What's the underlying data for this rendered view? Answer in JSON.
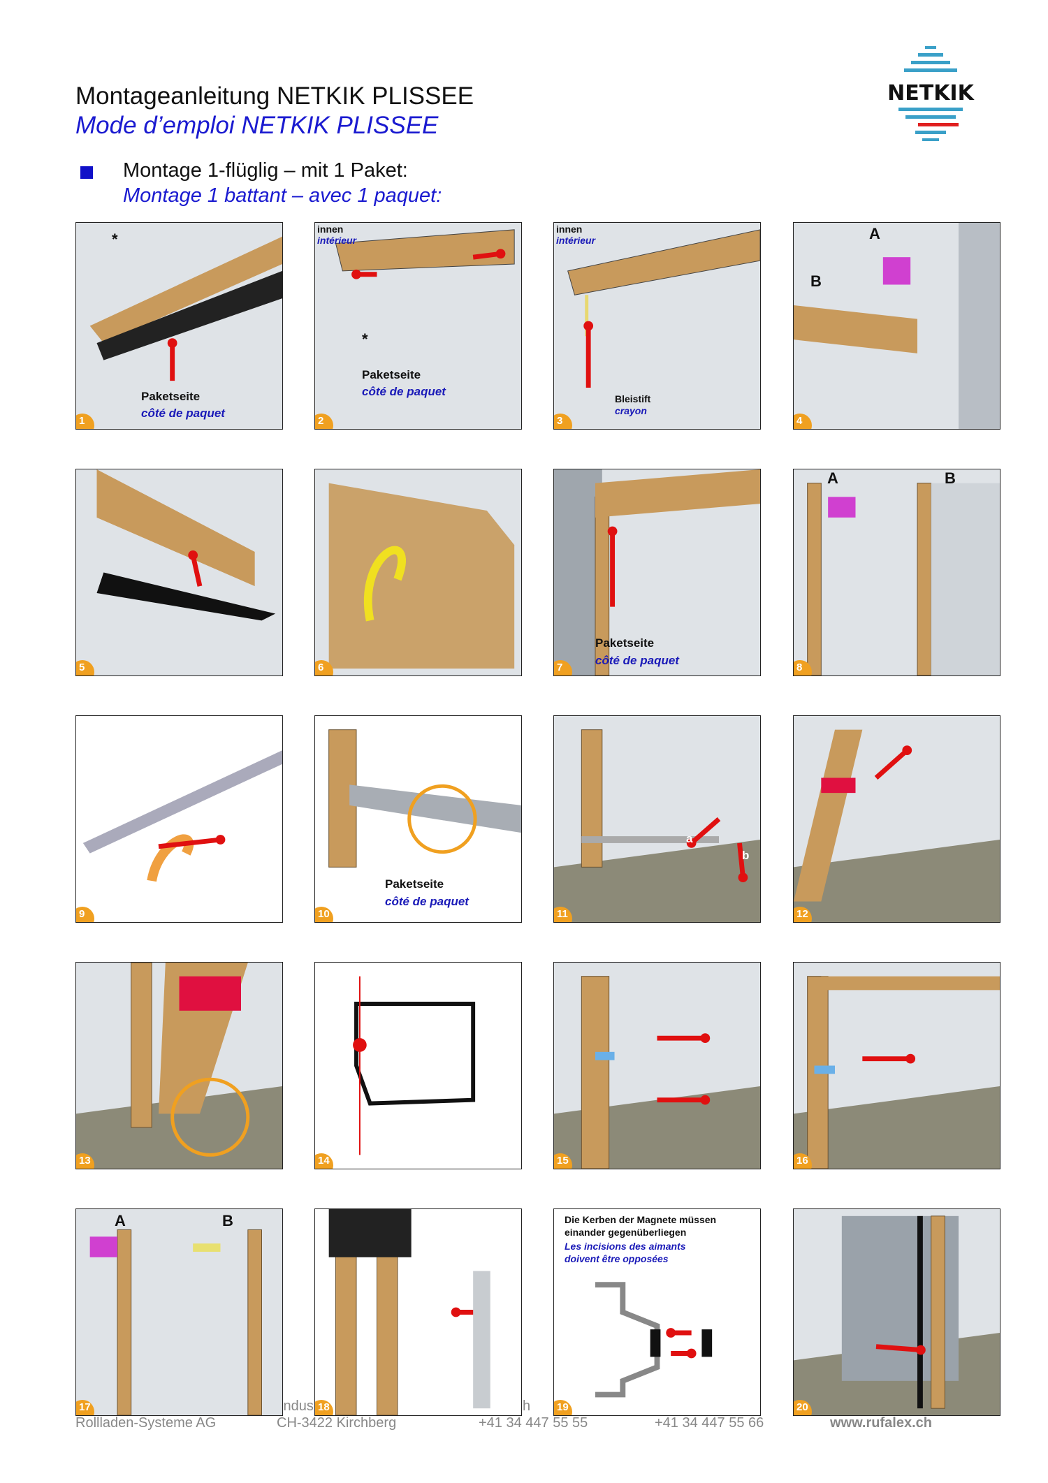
{
  "header": {
    "title_de": "Montageanleitung NETKIK PLISSEE",
    "title_fr": "Mode d’emploi NETKIK PLISSEE",
    "logo_text": "NETKIK"
  },
  "section": {
    "title_de": "Montage 1-flüglig – mit 1 Paket:",
    "title_fr": "Montage 1 battant – avec 1 paquet:"
  },
  "colors": {
    "accent_blue": "#1a1ad0",
    "badge_orange": "#f0a020",
    "arrow_red": "#e01010",
    "wood": "#c89a5c"
  },
  "labels": {
    "paketseite": "Paketseite",
    "cote_paquet": "côté de paquet",
    "innen": "innen",
    "interieur": "intérieur",
    "bleistift": "Bleistift",
    "crayon": "crayon",
    "A": "A",
    "B": "B",
    "a": "a",
    "b": "b",
    "asterisk": "*",
    "magnet_de": "Die Kerben der Magnete müssen einander gegenüberliegen",
    "magnet_fr": "Les incisions des aimants doivent être opposées"
  },
  "steps": [
    "1",
    "2",
    "3",
    "4",
    "5",
    "6",
    "7",
    "8",
    "9",
    "10",
    "11",
    "12",
    "13",
    "14",
    "15",
    "16",
    "17",
    "18",
    "19",
    "20"
  ],
  "footer": {
    "company": "Rollladen-Systeme AG",
    "address_hidden_start": "Indus",
    "address_hidden_end": "h",
    "city": "CH-3422 Kirchberg",
    "phone": "+41 34 447 55 55",
    "fax": "+41 34 447 55 66",
    "web": "www.rufalex.ch"
  }
}
